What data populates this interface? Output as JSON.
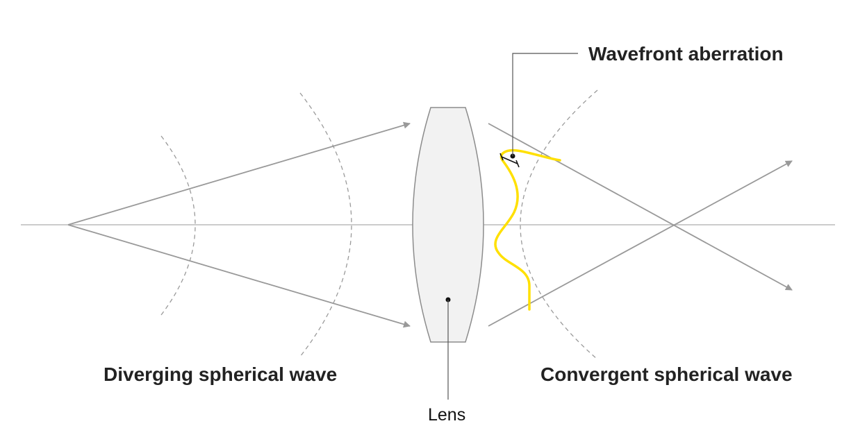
{
  "labels": {
    "wavefront_aberration": "Wavefront aberration",
    "diverging_wave": "Diverging spherical wave",
    "convergent_wave": "Convergent spherical wave",
    "lens": "Lens"
  },
  "colors": {
    "axis": "#cccccc",
    "ray": "#999999",
    "wavefront_dashed": "#9a9a9a",
    "aberrated_wavefront": "#ffe000",
    "lens_fill": "#f2f2f2",
    "lens_stroke": "#8c8c8c",
    "leader": "#555555",
    "text": "#222222"
  }
}
